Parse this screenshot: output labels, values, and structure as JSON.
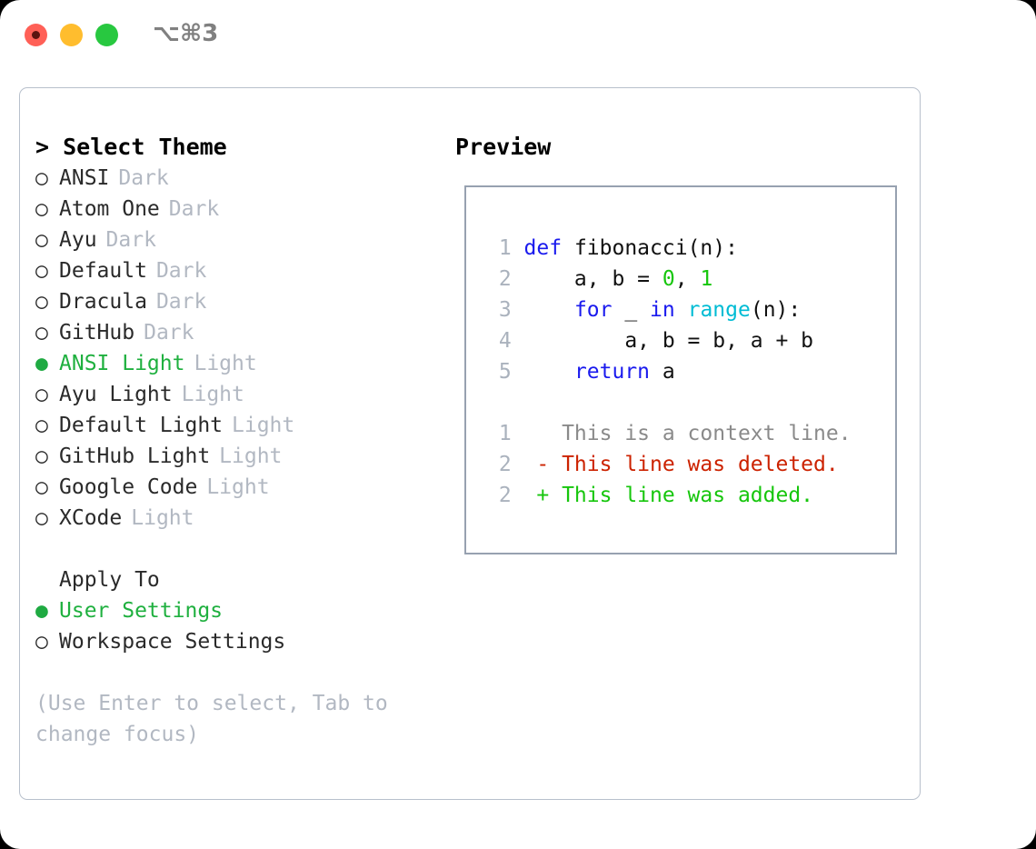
{
  "titlebar": {
    "shortcut": "⌥⌘3",
    "lights": [
      {
        "name": "close",
        "color": "#ff6057"
      },
      {
        "name": "minimize",
        "color": "#ffbd2e"
      },
      {
        "name": "zoom",
        "color": "#28c840"
      }
    ]
  },
  "left": {
    "heading": "> Select Theme",
    "themes": [
      {
        "marker": "○",
        "selected": false,
        "label": "ANSI",
        "tag": "Dark"
      },
      {
        "marker": "○",
        "selected": false,
        "label": "Atom One",
        "tag": "Dark"
      },
      {
        "marker": "○",
        "selected": false,
        "label": "Ayu",
        "tag": "Dark"
      },
      {
        "marker": "○",
        "selected": false,
        "label": "Default",
        "tag": "Dark"
      },
      {
        "marker": "○",
        "selected": false,
        "label": "Dracula",
        "tag": "Dark"
      },
      {
        "marker": "○",
        "selected": false,
        "label": "GitHub",
        "tag": "Dark"
      },
      {
        "marker": "●",
        "selected": true,
        "label": "ANSI Light",
        "tag": "Light"
      },
      {
        "marker": "○",
        "selected": false,
        "label": "Ayu Light",
        "tag": "Light"
      },
      {
        "marker": "○",
        "selected": false,
        "label": "Default Light",
        "tag": "Light"
      },
      {
        "marker": "○",
        "selected": false,
        "label": "GitHub Light",
        "tag": "Light"
      },
      {
        "marker": "○",
        "selected": false,
        "label": "Google Code",
        "tag": "Light"
      },
      {
        "marker": "○",
        "selected": false,
        "label": "XCode",
        "tag": "Light"
      }
    ],
    "apply_to_heading": "Apply To",
    "apply_to_options": [
      {
        "marker": "●",
        "selected": true,
        "label": "User Settings",
        "tag": ""
      },
      {
        "marker": "○",
        "selected": false,
        "label": "Workspace Settings",
        "tag": ""
      }
    ],
    "hint": "(Use Enter to select, Tab to change focus)"
  },
  "right": {
    "heading": "Preview",
    "code_lines": [
      {
        "ln": "1",
        "tokens": [
          {
            "t": "def",
            "c": "kw"
          },
          {
            "t": " fibonacci(n):",
            "c": "plain"
          }
        ]
      },
      {
        "ln": "2",
        "tokens": [
          {
            "t": "    a, b = ",
            "c": "plain"
          },
          {
            "t": "0",
            "c": "num"
          },
          {
            "t": ", ",
            "c": "plain"
          },
          {
            "t": "1",
            "c": "num"
          }
        ]
      },
      {
        "ln": "3",
        "tokens": [
          {
            "t": "    ",
            "c": "plain"
          },
          {
            "t": "for",
            "c": "kw"
          },
          {
            "t": " _ ",
            "c": "plain"
          },
          {
            "t": "in",
            "c": "kw"
          },
          {
            "t": " ",
            "c": "plain"
          },
          {
            "t": "range",
            "c": "fn"
          },
          {
            "t": "(n):",
            "c": "plain"
          }
        ]
      },
      {
        "ln": "4",
        "tokens": [
          {
            "t": "        a, b = b, a + b",
            "c": "plain"
          }
        ]
      },
      {
        "ln": "5",
        "tokens": [
          {
            "t": "    ",
            "c": "plain"
          },
          {
            "t": "return",
            "c": "kw"
          },
          {
            "t": " a",
            "c": "plain"
          }
        ]
      }
    ],
    "diff_lines": [
      {
        "ln": "1",
        "tokens": [
          {
            "t": "   This is a context line.",
            "c": "ctx"
          }
        ]
      },
      {
        "ln": "2",
        "tokens": [
          {
            "t": " - This line was deleted.",
            "c": "del"
          }
        ]
      },
      {
        "ln": "2",
        "tokens": [
          {
            "t": " + This line was added.",
            "c": "add"
          }
        ]
      }
    ]
  },
  "colors": {
    "accent_green": "#1fb03f",
    "keyword_blue": "#1a1aee",
    "function_cyan": "#00bcd4",
    "number_green": "#16c60c",
    "diff_delete_red": "#cc2200",
    "diff_add_green": "#16c60c",
    "muted_gray": "#b2b8c2",
    "border_gray": "#97a1b0"
  }
}
